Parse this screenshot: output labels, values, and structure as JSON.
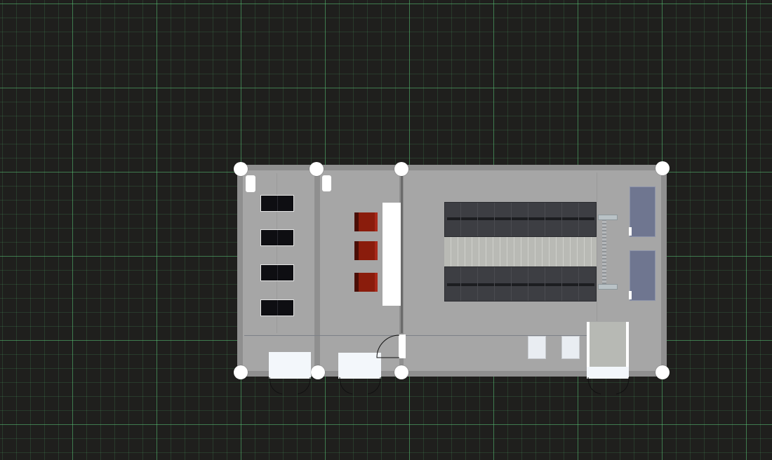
{
  "floor_plan": {
    "grid": {
      "minor_color": "#2f5b39",
      "major_color": "#4fbf6f",
      "background": "#1f1f1d"
    },
    "rooms": [
      {
        "name": "room-left",
        "items": "monitors"
      },
      {
        "name": "room-middle",
        "items": "chairs-and-counter"
      },
      {
        "name": "room-right",
        "items": "server-racks"
      }
    ],
    "icons": {
      "handle": "corner-handle-icon",
      "door": "door-swing-icon"
    },
    "colors": {
      "wall": "#8f8f8f",
      "floor": "#a6a6a6",
      "chair": "#8a1c0c",
      "rack": "#3d3e43",
      "ahu": "#6f7690"
    }
  }
}
